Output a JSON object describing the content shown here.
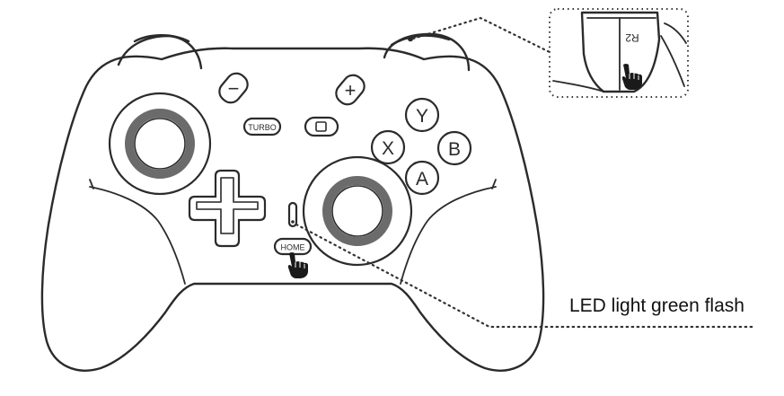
{
  "buttons": {
    "minus": "−",
    "plus": "+",
    "turbo": "TURBO",
    "y": "Y",
    "x": "X",
    "b": "B",
    "a": "A",
    "home": "HOME",
    "r2": "R2"
  },
  "annotations": {
    "led_label": "LED light green flash"
  },
  "colors": {
    "outline": "#2b2b2b",
    "stick_ring": "#6b6b6b",
    "hand": "#1a1a1a",
    "background": "#ffffff"
  }
}
